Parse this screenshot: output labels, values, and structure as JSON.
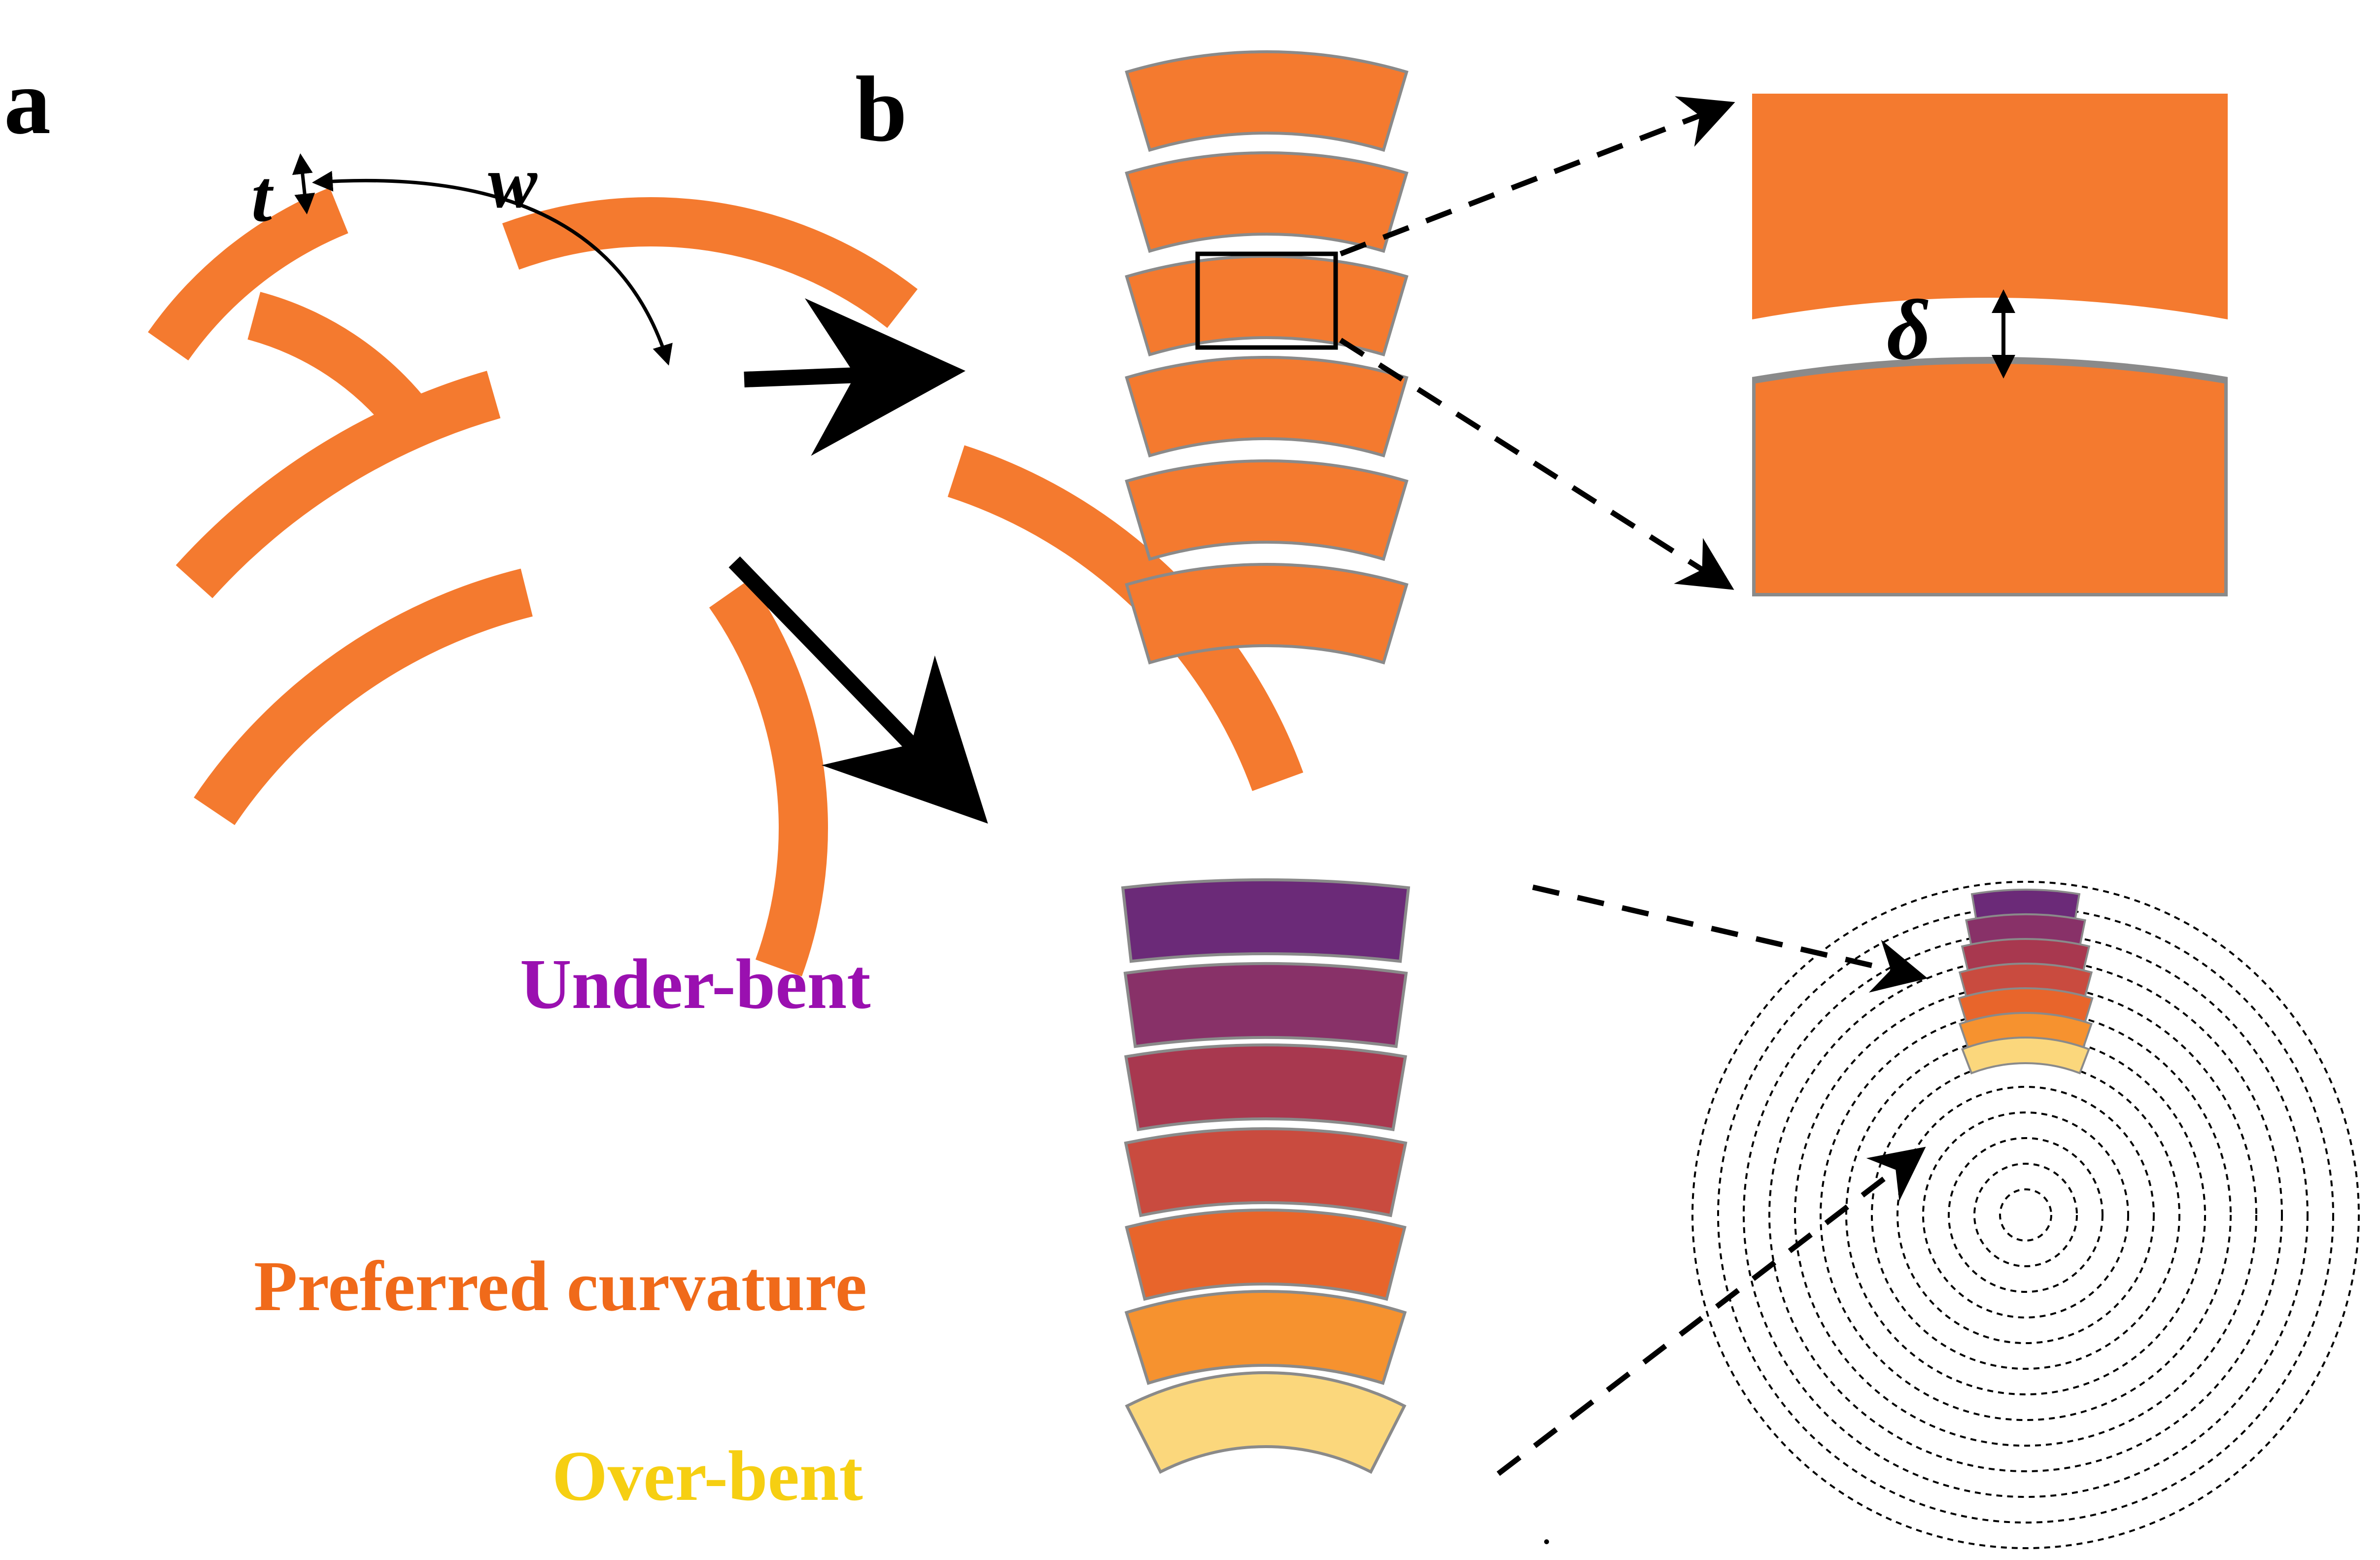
{
  "panels": {
    "a": {
      "label": "a",
      "t_label": "t",
      "w_label": "w"
    },
    "b": {
      "label": "b",
      "delta_label": "δ"
    }
  },
  "states": {
    "under_bent": {
      "label": "Under-bent",
      "color": "#9a10b0"
    },
    "preferred": {
      "label": "Preferred curvature",
      "color": "#f06a1a"
    },
    "over_bent": {
      "label": "Over-bent",
      "color": "#f6cf12"
    }
  },
  "colors": {
    "strip": "#f47a2f",
    "strip_outline": "#8a8a8a",
    "gradient": [
      "#6b2a78",
      "#883168",
      "#a8384f",
      "#c94b3f",
      "#e8652b",
      "#f6922f",
      "#fbd77c"
    ]
  }
}
